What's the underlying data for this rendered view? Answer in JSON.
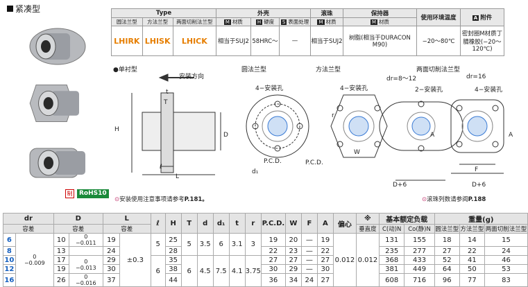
{
  "header": {
    "title": "紧凑型"
  },
  "badges": {
    "mark": "制",
    "rohs": "RoHS10"
  },
  "spec_table": {
    "col_type": "Type",
    "col_outer": "外壳",
    "col_ball": "滚珠",
    "col_retainer": "保持器",
    "col_temp": "使用环境温度",
    "col_acc": "附件",
    "acc_mark": "A",
    "sub_round": "圆法兰型",
    "sub_square": "方法兰型",
    "sub_twoside": "两面切削法兰型",
    "sub_material": "材质",
    "sub_hardness": "硬度",
    "sub_surface": "表面处理",
    "mark_m": "M",
    "mark_h": "H",
    "mark_s": "S",
    "pn_round": "LHIRK",
    "pn_square": "LHISK",
    "pn_twoside": "LHICK",
    "outer_material": "相当于SUJ2",
    "outer_hardness": "58HRC〜",
    "outer_surface": "—",
    "ball_material": "相当于SUJ2",
    "retainer": "树脂(相当于DURACON M90)",
    "temp": "−20〜80℃",
    "accessory": "密封圈M材质丁腈橡胶(−20〜120℃)"
  },
  "diagram": {
    "single": "●单衬型",
    "direction": "安装方向",
    "round": "圆法兰型",
    "square": "方法兰型",
    "twoside": "两面切削法兰型",
    "dr_small": "dr=8〜12",
    "dr_large": "dr=16",
    "hole4": "4−安装孔",
    "hole2": "2−安装孔",
    "pcd": "P.C.D.",
    "d1": "d₁",
    "r": "r",
    "t": "t",
    "T": "T",
    "H": "H",
    "D": "D",
    "l": "ℓ",
    "L": "L",
    "W": "W",
    "A": "A",
    "F": "F",
    "d6": "D+6",
    "note_left": "安装使用注意事项请参考",
    "note_left_ref": "P.181。",
    "note_right": "滚珠列数请参阅",
    "note_right_ref": "P.188"
  },
  "data_table": {
    "headers": {
      "dr": "dr",
      "dr_tol": "容差",
      "D": "D",
      "D_tol": "容差",
      "L": "L",
      "L_tol": "容差",
      "l": "ℓ",
      "H": "H",
      "T": "T",
      "d": "d",
      "d1": "d₁",
      "t": "t",
      "r": "r",
      "pcd": "P.C.D.",
      "W": "W",
      "F": "F",
      "A": "A",
      "ecc": "偏心",
      "perp_mark": "※",
      "perp": "垂直度",
      "load": "基本额定负载",
      "C": "C(动)N",
      "Co": "Co(静)N",
      "mass": "重量(g)",
      "m_round": "圆法兰型",
      "m_square": "方法兰型",
      "m_two": "两面切削法兰型"
    },
    "dr_tol": "0\n−0.009",
    "L_tol": "±0.3",
    "ecc": "0.012",
    "perp": "0.012",
    "rows": [
      {
        "dr": "6",
        "D": "10",
        "Dtol": "0\n−0.011",
        "L": "19",
        "l": "5",
        "H": "25",
        "T": "5",
        "d": "3.5",
        "d1": "6",
        "t": "3.1",
        "r": "3",
        "pcd": "19",
        "W": "20",
        "F": "—",
        "A": "19",
        "C": "131",
        "Co": "155",
        "m1": "18",
        "m2": "14",
        "m3": "15"
      },
      {
        "dr": "8",
        "D": "13",
        "Dtol": "",
        "L": "24",
        "l": "",
        "H": "28",
        "T": "",
        "d": "",
        "d1": "",
        "t": "",
        "r": "",
        "pcd": "22",
        "W": "23",
        "F": "—",
        "A": "22",
        "C": "235",
        "Co": "277",
        "m1": "27",
        "m2": "22",
        "m3": "24"
      },
      {
        "dr": "10",
        "D": "17",
        "Dtol": "0\n−0.013",
        "L": "29",
        "l": "6",
        "H": "35",
        "T": "6",
        "d": "4.5",
        "d1": "7.5",
        "t": "4.1",
        "r": "3.75",
        "pcd": "27",
        "W": "27",
        "F": "—",
        "A": "27",
        "C": "368",
        "Co": "433",
        "m1": "52",
        "m2": "41",
        "m3": "46"
      },
      {
        "dr": "12",
        "D": "19",
        "Dtol": "",
        "L": "30",
        "l": "",
        "H": "38",
        "T": "",
        "d": "",
        "d1": "",
        "t": "",
        "r": "",
        "pcd": "30",
        "W": "29",
        "F": "—",
        "A": "30",
        "C": "381",
        "Co": "449",
        "m1": "64",
        "m2": "50",
        "m3": "53"
      },
      {
        "dr": "16",
        "D": "26",
        "Dtol": "0\n−0.016",
        "L": "37",
        "l": "",
        "H": "44",
        "T": "",
        "d": "",
        "d1": "",
        "t": "",
        "r": "",
        "pcd": "36",
        "W": "34",
        "F": "24",
        "A": "27",
        "C": "608",
        "Co": "716",
        "m1": "96",
        "m2": "77",
        "m3": "83"
      }
    ]
  }
}
